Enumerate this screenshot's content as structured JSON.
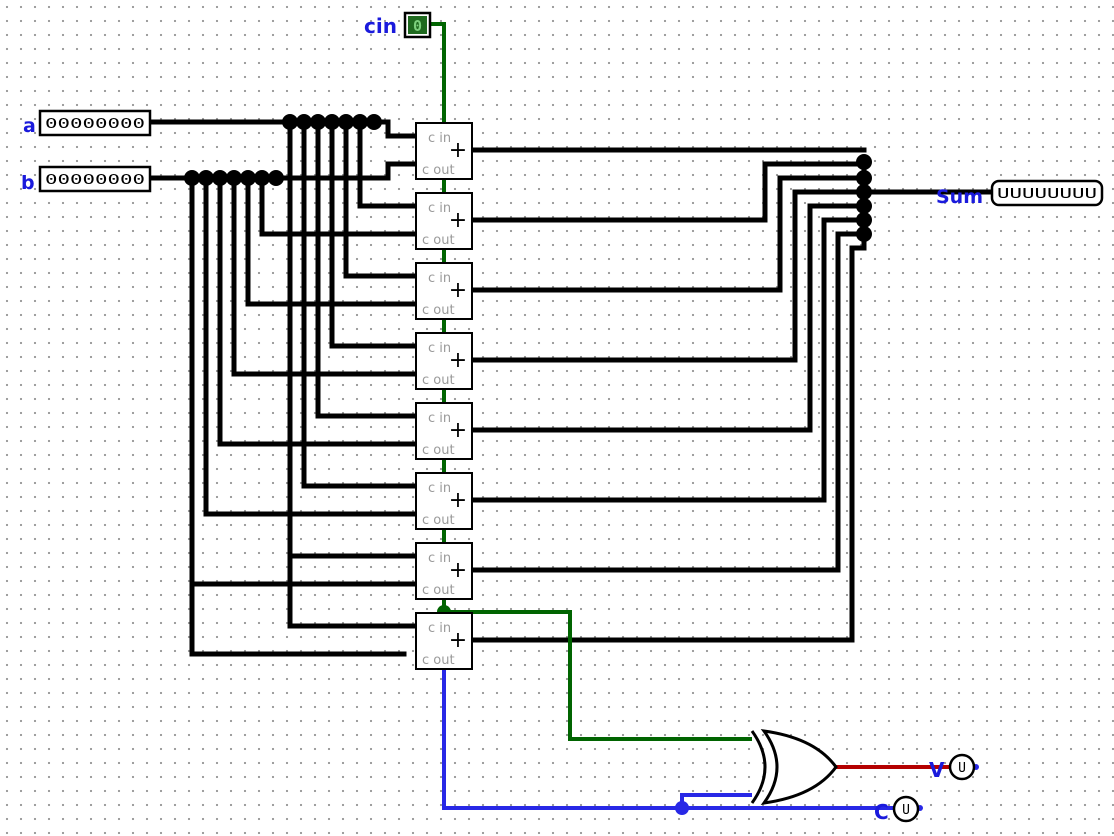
{
  "pins": {
    "a": {
      "label": "a",
      "value": "00000000"
    },
    "b": {
      "label": "b",
      "value": "00000000"
    },
    "cin": {
      "label": "cin",
      "value": "0"
    },
    "sum": {
      "label": "Sum",
      "value": "UUUUUUUU"
    },
    "v": {
      "label": "V",
      "value": "U"
    },
    "c": {
      "label": "C",
      "value": "U"
    }
  },
  "adder": {
    "cin_label": "c in",
    "cout_label": "c out",
    "op_symbol": "+",
    "count": 8
  },
  "colors": {
    "wire_default": "#000000",
    "wire_active": "#006400",
    "wire_unknown": "#2828e6",
    "wire_error": "#b40000",
    "label": "#1a1adc"
  }
}
